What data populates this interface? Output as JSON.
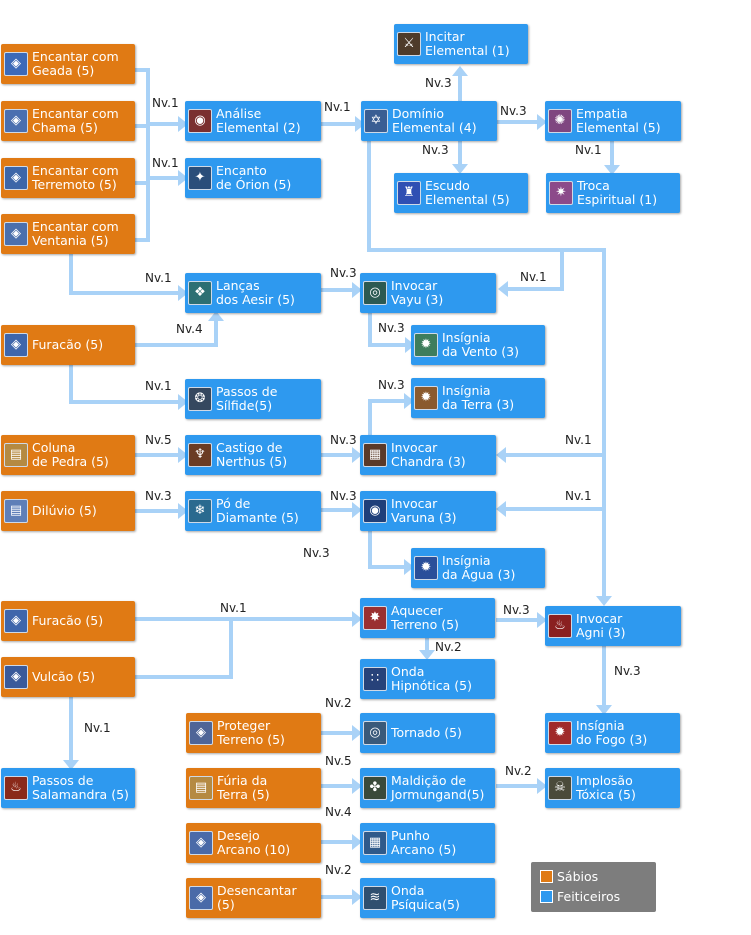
{
  "diagram": {
    "nodes": [
      {
        "id": "geada",
        "label": "Encantar com\nGeada (5)",
        "group": "sabios",
        "icon": "frost-rune-icon",
        "glyph": "◈",
        "iconColor": "#3c6ab8"
      },
      {
        "id": "chama",
        "label": "Encantar com\nChama (5)",
        "group": "sabios",
        "icon": "flame-rune-icon",
        "glyph": "◈",
        "iconColor": "#4a6fb0"
      },
      {
        "id": "terremoto",
        "label": "Encantar com\nTerremoto (5)",
        "group": "sabios",
        "icon": "earthquake-rune-icon",
        "glyph": "◈",
        "iconColor": "#3d66a8"
      },
      {
        "id": "ventania",
        "label": "Encantar com\nVentania (5)",
        "group": "sabios",
        "icon": "wind-rune-icon",
        "glyph": "◈",
        "iconColor": "#4b70ad"
      },
      {
        "id": "analise",
        "label": "Análise\nElemental (2)",
        "group": "feiticeiros",
        "icon": "elemental-analysis-icon",
        "glyph": "◉",
        "iconColor": "#7a2f2f"
      },
      {
        "id": "encanto",
        "label": "Encanto\nde Órion (5)",
        "group": "feiticeiros",
        "icon": "orion-sword-icon",
        "glyph": "✦",
        "iconColor": "#2a4e7a"
      },
      {
        "id": "dominio",
        "label": "Domínio\nElemental (4)",
        "group": "feiticeiros",
        "icon": "hexagram-icon",
        "glyph": "✡",
        "iconColor": "#3a5e93"
      },
      {
        "id": "incitar",
        "label": "Incitar\nElemental (1)",
        "group": "feiticeiros",
        "icon": "staff-icon",
        "glyph": "⚔",
        "iconColor": "#4e3b2a"
      },
      {
        "id": "escudo",
        "label": "Escudo\nElemental (5)",
        "group": "feiticeiros",
        "icon": "elemental-shield-icon",
        "glyph": "♜",
        "iconColor": "#2f4fb3"
      },
      {
        "id": "empatia",
        "label": "Empatia\nElemental (5)",
        "group": "feiticeiros",
        "icon": "sparkle-icon",
        "glyph": "✺",
        "iconColor": "#7f4680"
      },
      {
        "id": "troca",
        "label": "Troca\nEspiritual (1)",
        "group": "feiticeiros",
        "icon": "spirit-swap-icon",
        "glyph": "✷",
        "iconColor": "#8c4a8a"
      },
      {
        "id": "lancas",
        "label": "Lanças\ndos Aesir (5)",
        "group": "feiticeiros",
        "icon": "spear-icon",
        "glyph": "❖",
        "iconColor": "#2c6f73"
      },
      {
        "id": "vayu",
        "label": "Invocar\nVayu (3)",
        "group": "feiticeiros",
        "icon": "vayu-spirit-icon",
        "glyph": "◎",
        "iconColor": "#2c5a52"
      },
      {
        "id": "ins_vento",
        "label": "Insígnia\nda Vento (3)",
        "group": "feiticeiros",
        "icon": "wind-insignia-icon",
        "glyph": "✹",
        "iconColor": "#3e7d5c"
      },
      {
        "id": "furacao1",
        "label": "Furacão (5)",
        "group": "sabios",
        "icon": "hurricane-rune-icon",
        "glyph": "◈",
        "iconColor": "#3f66ab"
      },
      {
        "id": "passos_silfide",
        "label": "Passos de\nSílfide(5)",
        "group": "feiticeiros",
        "icon": "sylph-steps-icon",
        "glyph": "❂",
        "iconColor": "#35485f"
      },
      {
        "id": "ins_terra",
        "label": "Insígnia\nda Terra (3)",
        "group": "feiticeiros",
        "icon": "earth-insignia-icon",
        "glyph": "✹",
        "iconColor": "#8a5a2e"
      },
      {
        "id": "coluna",
        "label": "Coluna\nde Pedra (5)",
        "group": "sabios",
        "icon": "scroll-icon",
        "glyph": "▤",
        "iconColor": "#b58a42"
      },
      {
        "id": "castigo",
        "label": "Castigo de\nNerthus (5)",
        "group": "feiticeiros",
        "icon": "nerthus-icon",
        "glyph": "♆",
        "iconColor": "#6b3c24"
      },
      {
        "id": "chandra",
        "label": "Invocar\nChandra (3)",
        "group": "feiticeiros",
        "icon": "chandra-spirit-icon",
        "glyph": "▦",
        "iconColor": "#5a3a2a"
      },
      {
        "id": "diluvio",
        "label": "Dilúvio (5)",
        "group": "sabios",
        "icon": "flood-scroll-icon",
        "glyph": "▤",
        "iconColor": "#5f7fb8"
      },
      {
        "id": "po",
        "label": "Pó de\nDiamante (5)",
        "group": "feiticeiros",
        "icon": "snowflake-icon",
        "glyph": "❄",
        "iconColor": "#2a6a8f"
      },
      {
        "id": "varuna",
        "label": "Invocar\nVaruna (3)",
        "group": "feiticeiros",
        "icon": "varuna-spirit-icon",
        "glyph": "◉",
        "iconColor": "#1f3f7a"
      },
      {
        "id": "ins_agua",
        "label": "Insígnia\nda Água (3)",
        "group": "feiticeiros",
        "icon": "water-insignia-icon",
        "glyph": "✹",
        "iconColor": "#2a4f9a"
      },
      {
        "id": "furacao2",
        "label": "Furacão (5)",
        "group": "sabios",
        "icon": "hurricane-rune-icon",
        "glyph": "◈",
        "iconColor": "#3f66ab"
      },
      {
        "id": "vulcao",
        "label": "Vulcão (5)",
        "group": "sabios",
        "icon": "volcano-rune-icon",
        "glyph": "◈",
        "iconColor": "#3a5a9a"
      },
      {
        "id": "aquecer",
        "label": "Aquecer\nTerreno (5)",
        "group": "feiticeiros",
        "icon": "heat-ground-icon",
        "glyph": "✸",
        "iconColor": "#9a3030"
      },
      {
        "id": "agni",
        "label": "Invocar\nAgni (3)",
        "group": "feiticeiros",
        "icon": "agni-spirit-icon",
        "glyph": "♨",
        "iconColor": "#8a2020"
      },
      {
        "id": "onda_hipnotica",
        "label": "Onda\nHipnótica (5)",
        "group": "feiticeiros",
        "icon": "hypnotic-wave-icon",
        "glyph": "∷",
        "iconColor": "#27427a"
      },
      {
        "id": "passos_salamandra",
        "label": "Passos de\nSalamandra (5)",
        "group": "feiticeiros",
        "icon": "salamander-steps-icon",
        "glyph": "♨",
        "iconColor": "#8a2a1a"
      },
      {
        "id": "proteger",
        "label": "Proteger\nTerreno (5)",
        "group": "sabios",
        "icon": "protect-ground-icon",
        "glyph": "◈",
        "iconColor": "#4f6597"
      },
      {
        "id": "tornado",
        "label": "Tornado (5)",
        "group": "feiticeiros",
        "icon": "tornado-icon",
        "glyph": "◎",
        "iconColor": "#3a5a7a"
      },
      {
        "id": "ins_fogo",
        "label": "Insígnia\ndo Fogo (3)",
        "group": "feiticeiros",
        "icon": "fire-insignia-icon",
        "glyph": "✹",
        "iconColor": "#a02a2a"
      },
      {
        "id": "furia",
        "label": "Fúria da\nTerra (5)",
        "group": "sabios",
        "icon": "earth-fury-scroll-icon",
        "glyph": "▤",
        "iconColor": "#b58a42"
      },
      {
        "id": "maldicao",
        "label": "Maldição de\nJormungand(5)",
        "group": "feiticeiros",
        "icon": "jormungand-icon",
        "glyph": "✤",
        "iconColor": "#3a4a3a"
      },
      {
        "id": "implosao",
        "label": "Implosão\nTóxica (5)",
        "group": "feiticeiros",
        "icon": "toxic-skull-icon",
        "glyph": "☠",
        "iconColor": "#4a4a3a"
      },
      {
        "id": "desejo",
        "label": "Desejo\nArcano (10)",
        "group": "sabios",
        "icon": "arcane-wish-icon",
        "glyph": "◈",
        "iconColor": "#4a6aa8"
      },
      {
        "id": "punho",
        "label": "Punho\nArcano (5)",
        "group": "feiticeiros",
        "icon": "arcane-fist-icon",
        "glyph": "▦",
        "iconColor": "#2f5a8a"
      },
      {
        "id": "desencantar",
        "label": "Desencantar\n(5)",
        "group": "sabios",
        "icon": "disenchant-icon",
        "glyph": "◈",
        "iconColor": "#4a6aa8"
      },
      {
        "id": "onda_psiquica",
        "label": "Onda\nPsíquica(5)",
        "group": "feiticeiros",
        "icon": "psychic-wave-icon",
        "glyph": "≋",
        "iconColor": "#2f4f6f"
      }
    ],
    "levels": [
      {
        "id": "l1",
        "text": "Nv.1"
      },
      {
        "id": "l2",
        "text": "Nv.1"
      },
      {
        "id": "l3",
        "text": "Nv.3"
      },
      {
        "id": "l4",
        "text": "Nv.3"
      },
      {
        "id": "l5",
        "text": "Nv.3"
      },
      {
        "id": "l6",
        "text": "Nv.1"
      },
      {
        "id": "l7",
        "text": "Nv.1"
      },
      {
        "id": "l8",
        "text": "Nv.1"
      },
      {
        "id": "l9",
        "text": "Nv.3"
      },
      {
        "id": "l10",
        "text": "Nv.1"
      },
      {
        "id": "l11",
        "text": "Nv.4"
      },
      {
        "id": "l12",
        "text": "Nv.3"
      },
      {
        "id": "l13",
        "text": "Nv.1"
      },
      {
        "id": "l14",
        "text": "Nv.3"
      },
      {
        "id": "l15",
        "text": "Nv.5"
      },
      {
        "id": "l16",
        "text": "Nv.3"
      },
      {
        "id": "l17",
        "text": "Nv.1"
      },
      {
        "id": "l18",
        "text": "Nv.3"
      },
      {
        "id": "l19",
        "text": "Nv.3"
      },
      {
        "id": "l20",
        "text": "Nv.1"
      },
      {
        "id": "l21",
        "text": "Nv.3"
      },
      {
        "id": "l22",
        "text": "Nv.1"
      },
      {
        "id": "l23",
        "text": "Nv.3"
      },
      {
        "id": "l24",
        "text": "Nv.2"
      },
      {
        "id": "l25",
        "text": "Nv.3"
      },
      {
        "id": "l26",
        "text": "Nv.1"
      },
      {
        "id": "l27",
        "text": "Nv.2"
      },
      {
        "id": "l28",
        "text": "Nv.5"
      },
      {
        "id": "l29",
        "text": "Nv.2"
      },
      {
        "id": "l30",
        "text": "Nv.4"
      },
      {
        "id": "l31",
        "text": "Nv.2"
      }
    ]
  },
  "legend": {
    "sabios": {
      "label": "Sábios",
      "color": "#e07a14"
    },
    "feiticeiros": {
      "label": "Feiticeiros",
      "color": "#2e99ef"
    }
  },
  "colors": {
    "connector": "#a9d2f7",
    "orange": "#e07a14",
    "blue": "#2e99ef"
  }
}
